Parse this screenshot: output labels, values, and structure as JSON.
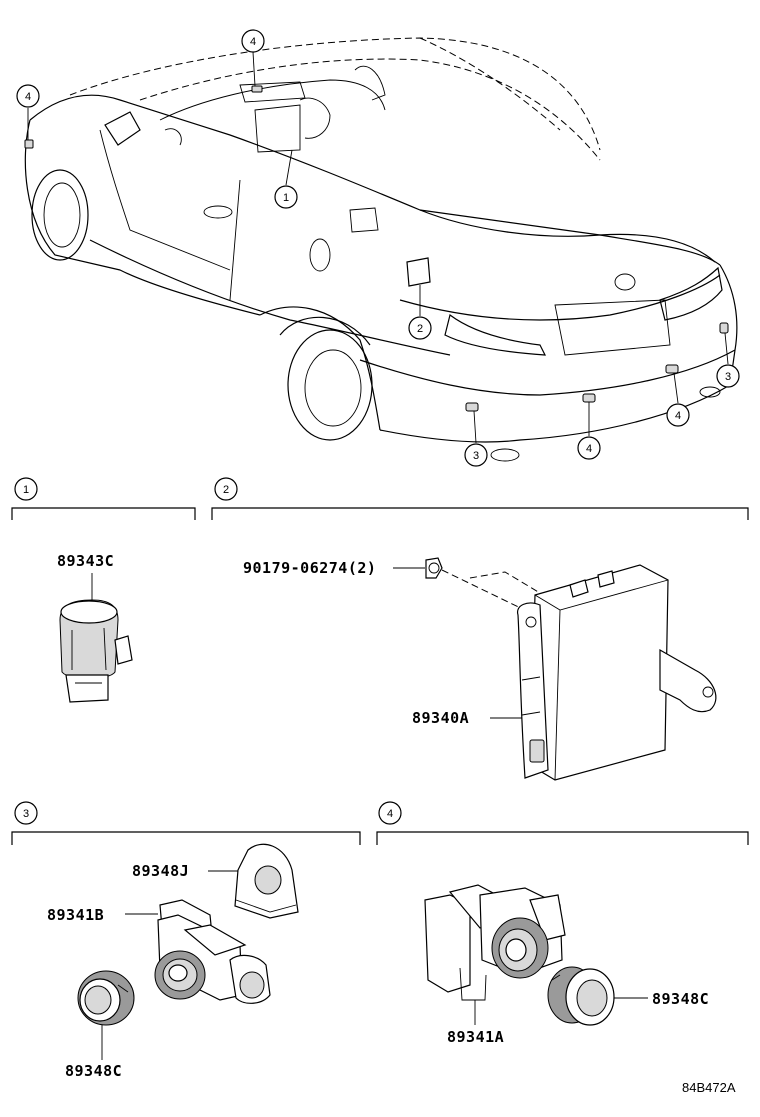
{
  "callouts": {
    "top_left_4": "4",
    "top_mid_4": "4",
    "car_1": "1",
    "car_2": "2",
    "car_3_left": "3",
    "car_3_right": "3",
    "car_4_bottom": "4",
    "car_4_right": "4"
  },
  "sections": [
    {
      "number": "1"
    },
    {
      "number": "2"
    },
    {
      "number": "3"
    },
    {
      "number": "4"
    }
  ],
  "parts": {
    "p89343C": "89343C",
    "p90179": "90179-06274(2)",
    "p89340A": "89340A",
    "p89348J": "89348J",
    "p89341B": "89341B",
    "p89348C_left": "89348C",
    "p89341A": "89341A",
    "p89348C_right": "89348C"
  },
  "diagram_code": "84B472A"
}
